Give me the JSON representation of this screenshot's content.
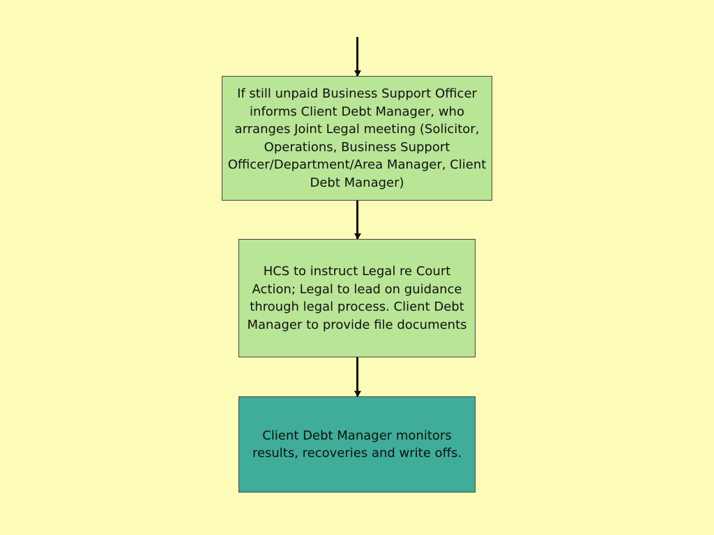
{
  "flowchart": {
    "nodes": [
      {
        "id": "step-legal-meeting",
        "text": "If still unpaid Business Support Officer informs Client Debt Manager, who arranges Joint Legal meeting (Solicitor, Operations, Business Support Officer/Department/Area Manager, Client Debt Manager)",
        "fill": "#b9e597"
      },
      {
        "id": "step-court-action",
        "text": "HCS to instruct Legal re Court Action; Legal to lead on guidance through legal process. Client Debt Manager to provide file documents",
        "fill": "#b9e597"
      },
      {
        "id": "step-monitor-results",
        "text": "Client Debt Manager monitors results, recoveries and write offs.",
        "fill": "#3fad9a"
      }
    ],
    "edges": [
      {
        "from": "",
        "to": "step-legal-meeting"
      },
      {
        "from": "step-legal-meeting",
        "to": "step-court-action"
      },
      {
        "from": "step-court-action",
        "to": "step-monitor-results"
      }
    ]
  },
  "colors": {
    "background": "#fcfcb8",
    "arrow": "#111111",
    "border": "#444444"
  }
}
